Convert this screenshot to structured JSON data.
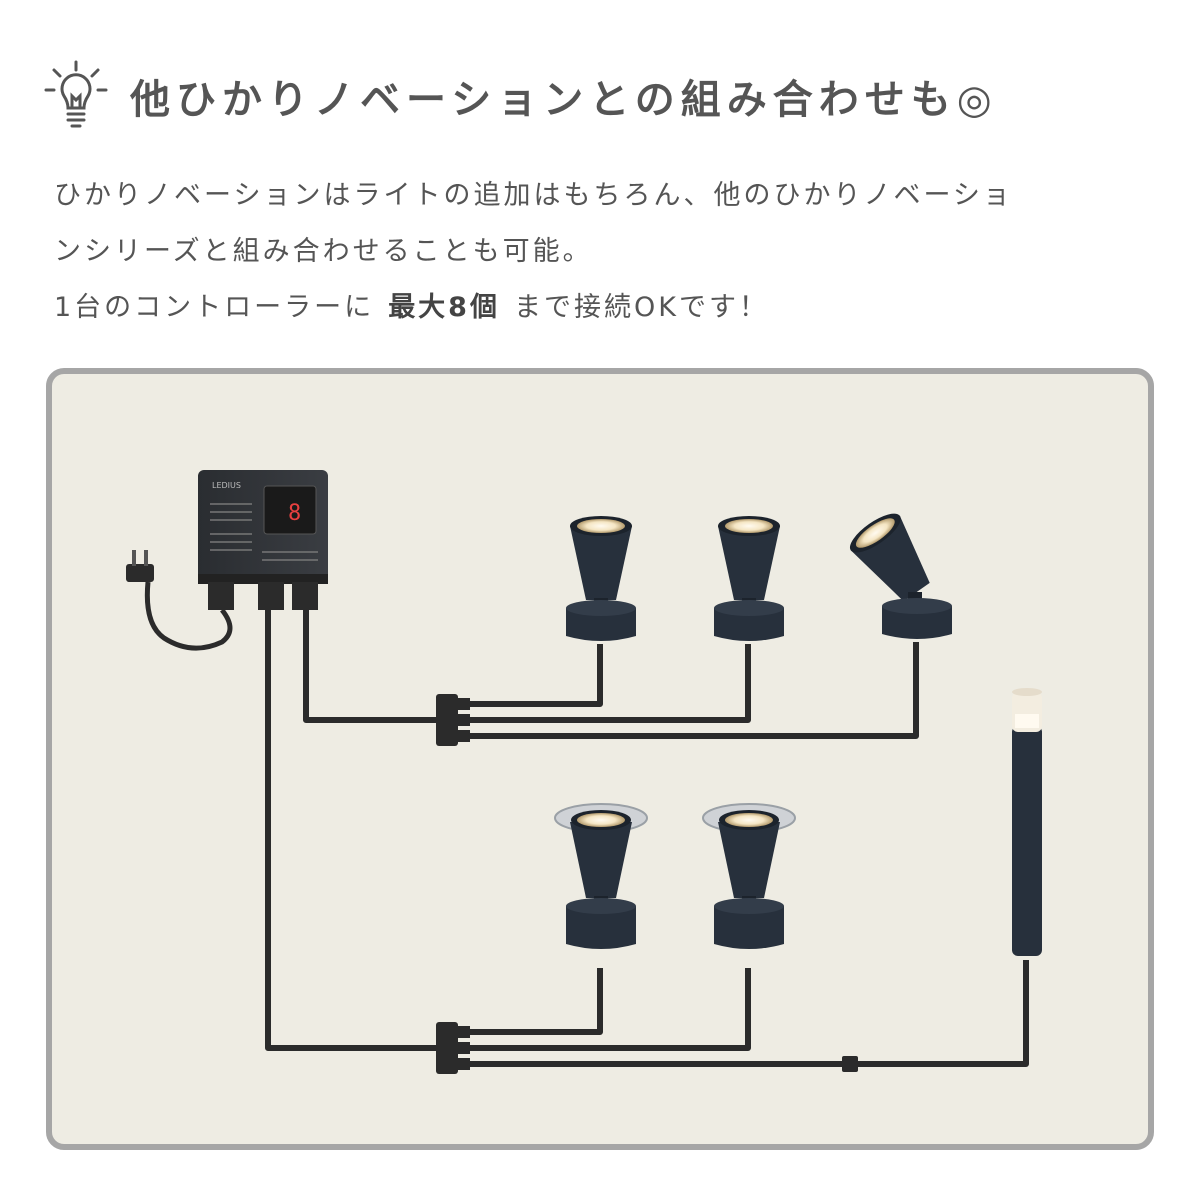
{
  "heading": {
    "title": "他ひかりノベーションとの組み合わせも◎",
    "icon": "lightbulb-icon"
  },
  "description": {
    "line1": "ひかりノベーションはライトの追加はもちろん、他のひかりノベーショ",
    "line2": "ンシリーズと組み合わせることも可能。",
    "line3_prefix": "1台のコントローラーに",
    "line3_emphasis": "最大8個",
    "line3_suffix": "まで接続OKです！"
  },
  "diagram": {
    "controller_brand": "LEDIUS",
    "controller_display": "8",
    "colors": {
      "panel_bg": "#eeece3",
      "panel_border": "#a6a6a6",
      "fixture": "#27303c",
      "cable": "#2b2b2b",
      "light": "#f5ecd8"
    }
  }
}
